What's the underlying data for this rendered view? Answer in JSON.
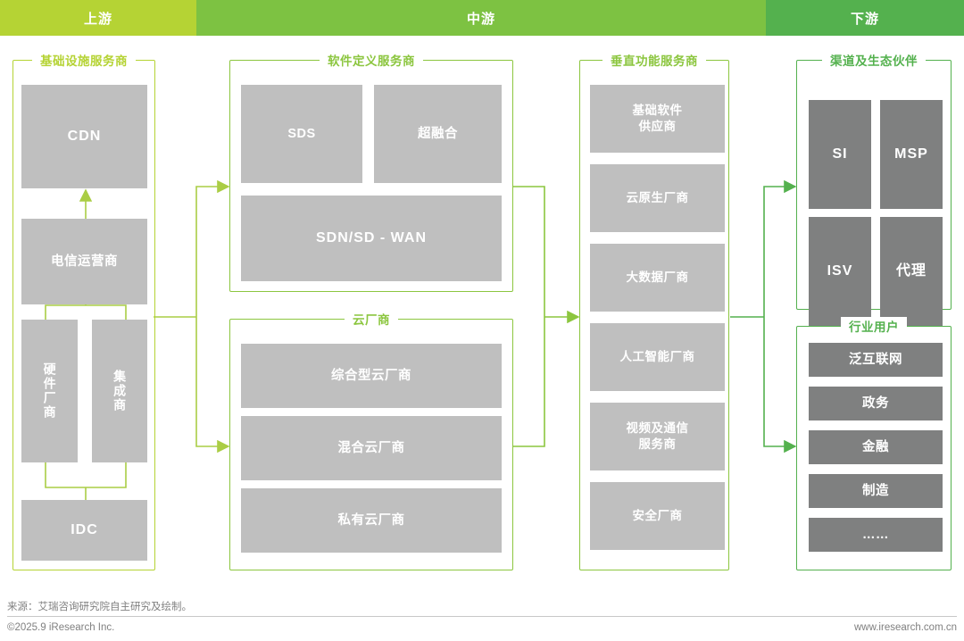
{
  "header": {
    "segments": [
      {
        "label": "上游",
        "color": "#b5d334"
      },
      {
        "label": "中游",
        "color": "#7dc242"
      },
      {
        "label": "下游",
        "color": "#54b14e"
      }
    ]
  },
  "colors": {
    "upstream_green": "#b5d334",
    "midstream_green": "#8cc63f",
    "downstream_green": "#54b14e",
    "box_gray": "#bfbfbf",
    "box_gray_dark": "#7f8080",
    "box_text": "#ffffff"
  },
  "groups": [
    {
      "id": "infrastructure",
      "title": "基础设施服务商",
      "column": "upstream",
      "boxes": [
        {
          "label": "CDN"
        },
        {
          "label": "电信运营商"
        },
        {
          "label": "硬件厂商"
        },
        {
          "label": "集成商"
        },
        {
          "label": "IDC"
        }
      ]
    },
    {
      "id": "software-defined",
      "title": "软件定义服务商",
      "column": "midstream",
      "boxes": [
        {
          "label": "SDS"
        },
        {
          "label": "超融合"
        },
        {
          "label": "SDN/SD - WAN"
        }
      ]
    },
    {
      "id": "cloud-vendors",
      "title": "云厂商",
      "column": "midstream",
      "boxes": [
        {
          "label": "综合型云厂商"
        },
        {
          "label": "混合云厂商"
        },
        {
          "label": "私有云厂商"
        }
      ]
    },
    {
      "id": "vertical-function",
      "title": "垂直功能服务商",
      "column": "midstream",
      "boxes": [
        {
          "label": "基础软件\n供应商"
        },
        {
          "label": "云原生厂商"
        },
        {
          "label": "大数据厂商"
        },
        {
          "label": "人工智能厂商"
        },
        {
          "label": "视频及通信\n服务商"
        },
        {
          "label": "安全厂商"
        }
      ]
    },
    {
      "id": "channel-ecosystem",
      "title": "渠道及生态伙伴",
      "column": "downstream",
      "boxes": [
        {
          "label": "SI"
        },
        {
          "label": "MSP"
        },
        {
          "label": "ISV"
        },
        {
          "label": "代理"
        }
      ]
    },
    {
      "id": "industry-users",
      "title": "行业用户",
      "column": "downstream",
      "boxes": [
        {
          "label": "泛互联网"
        },
        {
          "label": "政务"
        },
        {
          "label": "金融"
        },
        {
          "label": "制造"
        },
        {
          "label": "……"
        }
      ]
    }
  ],
  "flows": [
    {
      "from": "infrastructure",
      "to": "software-defined"
    },
    {
      "from": "infrastructure",
      "to": "cloud-vendors"
    },
    {
      "from": "software-defined",
      "to": "vertical-function"
    },
    {
      "from": "cloud-vendors",
      "to": "vertical-function"
    },
    {
      "from": "vertical-function",
      "to": "channel-ecosystem"
    },
    {
      "from": "vertical-function",
      "to": "industry-users"
    },
    {
      "from": "硬件厂商/集成商",
      "to": "电信运营商"
    },
    {
      "from": "电信运营商",
      "to": "CDN"
    },
    {
      "from": "硬件厂商/集成商",
      "to": "IDC"
    }
  ],
  "footer": {
    "source": "来源：艾瑞咨询研究院自主研究及绘制。",
    "copyright": "©2025.9 iResearch Inc.",
    "website": "www.iresearch.com.cn"
  }
}
